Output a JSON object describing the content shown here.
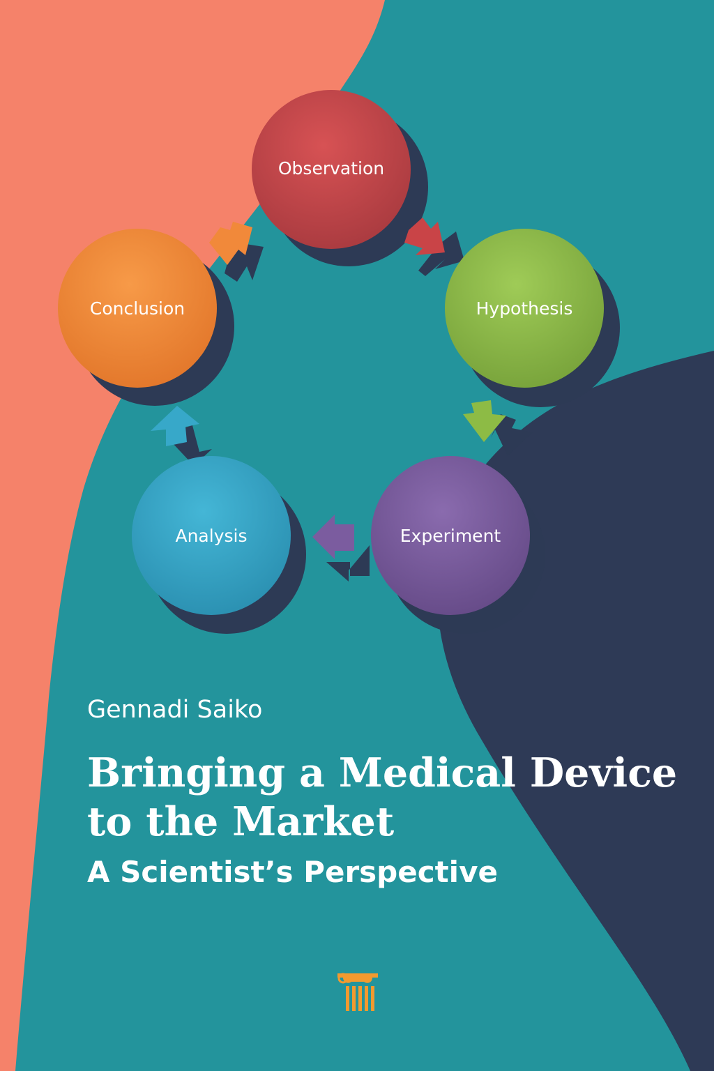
{
  "colors": {
    "background": "#23949c",
    "salmon": "#f5826a",
    "navy": "#2e3a56",
    "text": "#ffffff",
    "logo": "#f39a2f"
  },
  "cycle": {
    "nodes": [
      {
        "label": "Observation",
        "color": "#c94447"
      },
      {
        "label": "Hypothesis",
        "color": "#8dbb45"
      },
      {
        "label": "Experiment",
        "color": "#7b5c9f"
      },
      {
        "label": "Analysis",
        "color": "#37a8c9"
      },
      {
        "label": "Conclusion",
        "color": "#f1893a"
      }
    ]
  },
  "book": {
    "author": "Gennadi Saiko",
    "title_line1": "Bringing a Medical Device",
    "title_line2": "to the Market",
    "subtitle": "A Scientist’s Perspective"
  },
  "publisher_logo": {
    "icon": "column-capital-icon"
  }
}
